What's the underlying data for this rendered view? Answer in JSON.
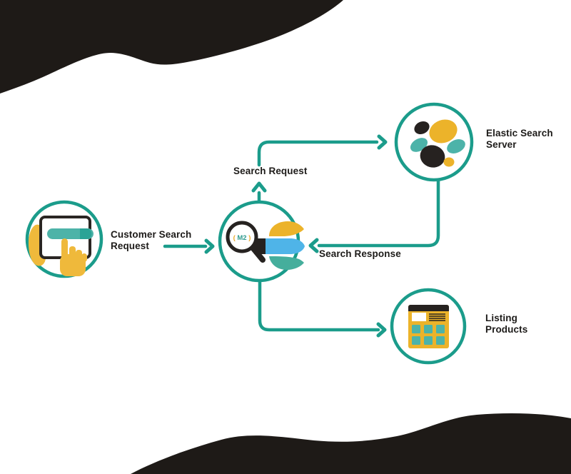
{
  "colors": {
    "teal": "#1B9C8B",
    "logo_yellow": "#ECB32A",
    "hand_yellow": "#EFB93B",
    "logo_blue": "#4FB4E8",
    "blob_black": "#1E1A17",
    "icon_dark": "#262220",
    "text": "#1D1B19",
    "pill_teal": "#4DB3A8",
    "pill_teal_dark": "#2AA396",
    "background": "#FFFFFF"
  },
  "nodes": {
    "customer": {
      "line1": "Customer Search",
      "line2": "Request",
      "icon": "tablet-search-icon"
    },
    "m2": {
      "icon": "magnifier-m2-icon",
      "open": "(",
      "text": "M2",
      "close": ")"
    },
    "elastic": {
      "line1": "Elastic Search",
      "line2": "Server",
      "icon": "elasticsearch-logo-icon"
    },
    "listing": {
      "line1": "Listing",
      "line2": "Products",
      "icon": "product-grid-icon"
    }
  },
  "edges": {
    "request_label": "Search Request",
    "response_label": "Search Response"
  }
}
